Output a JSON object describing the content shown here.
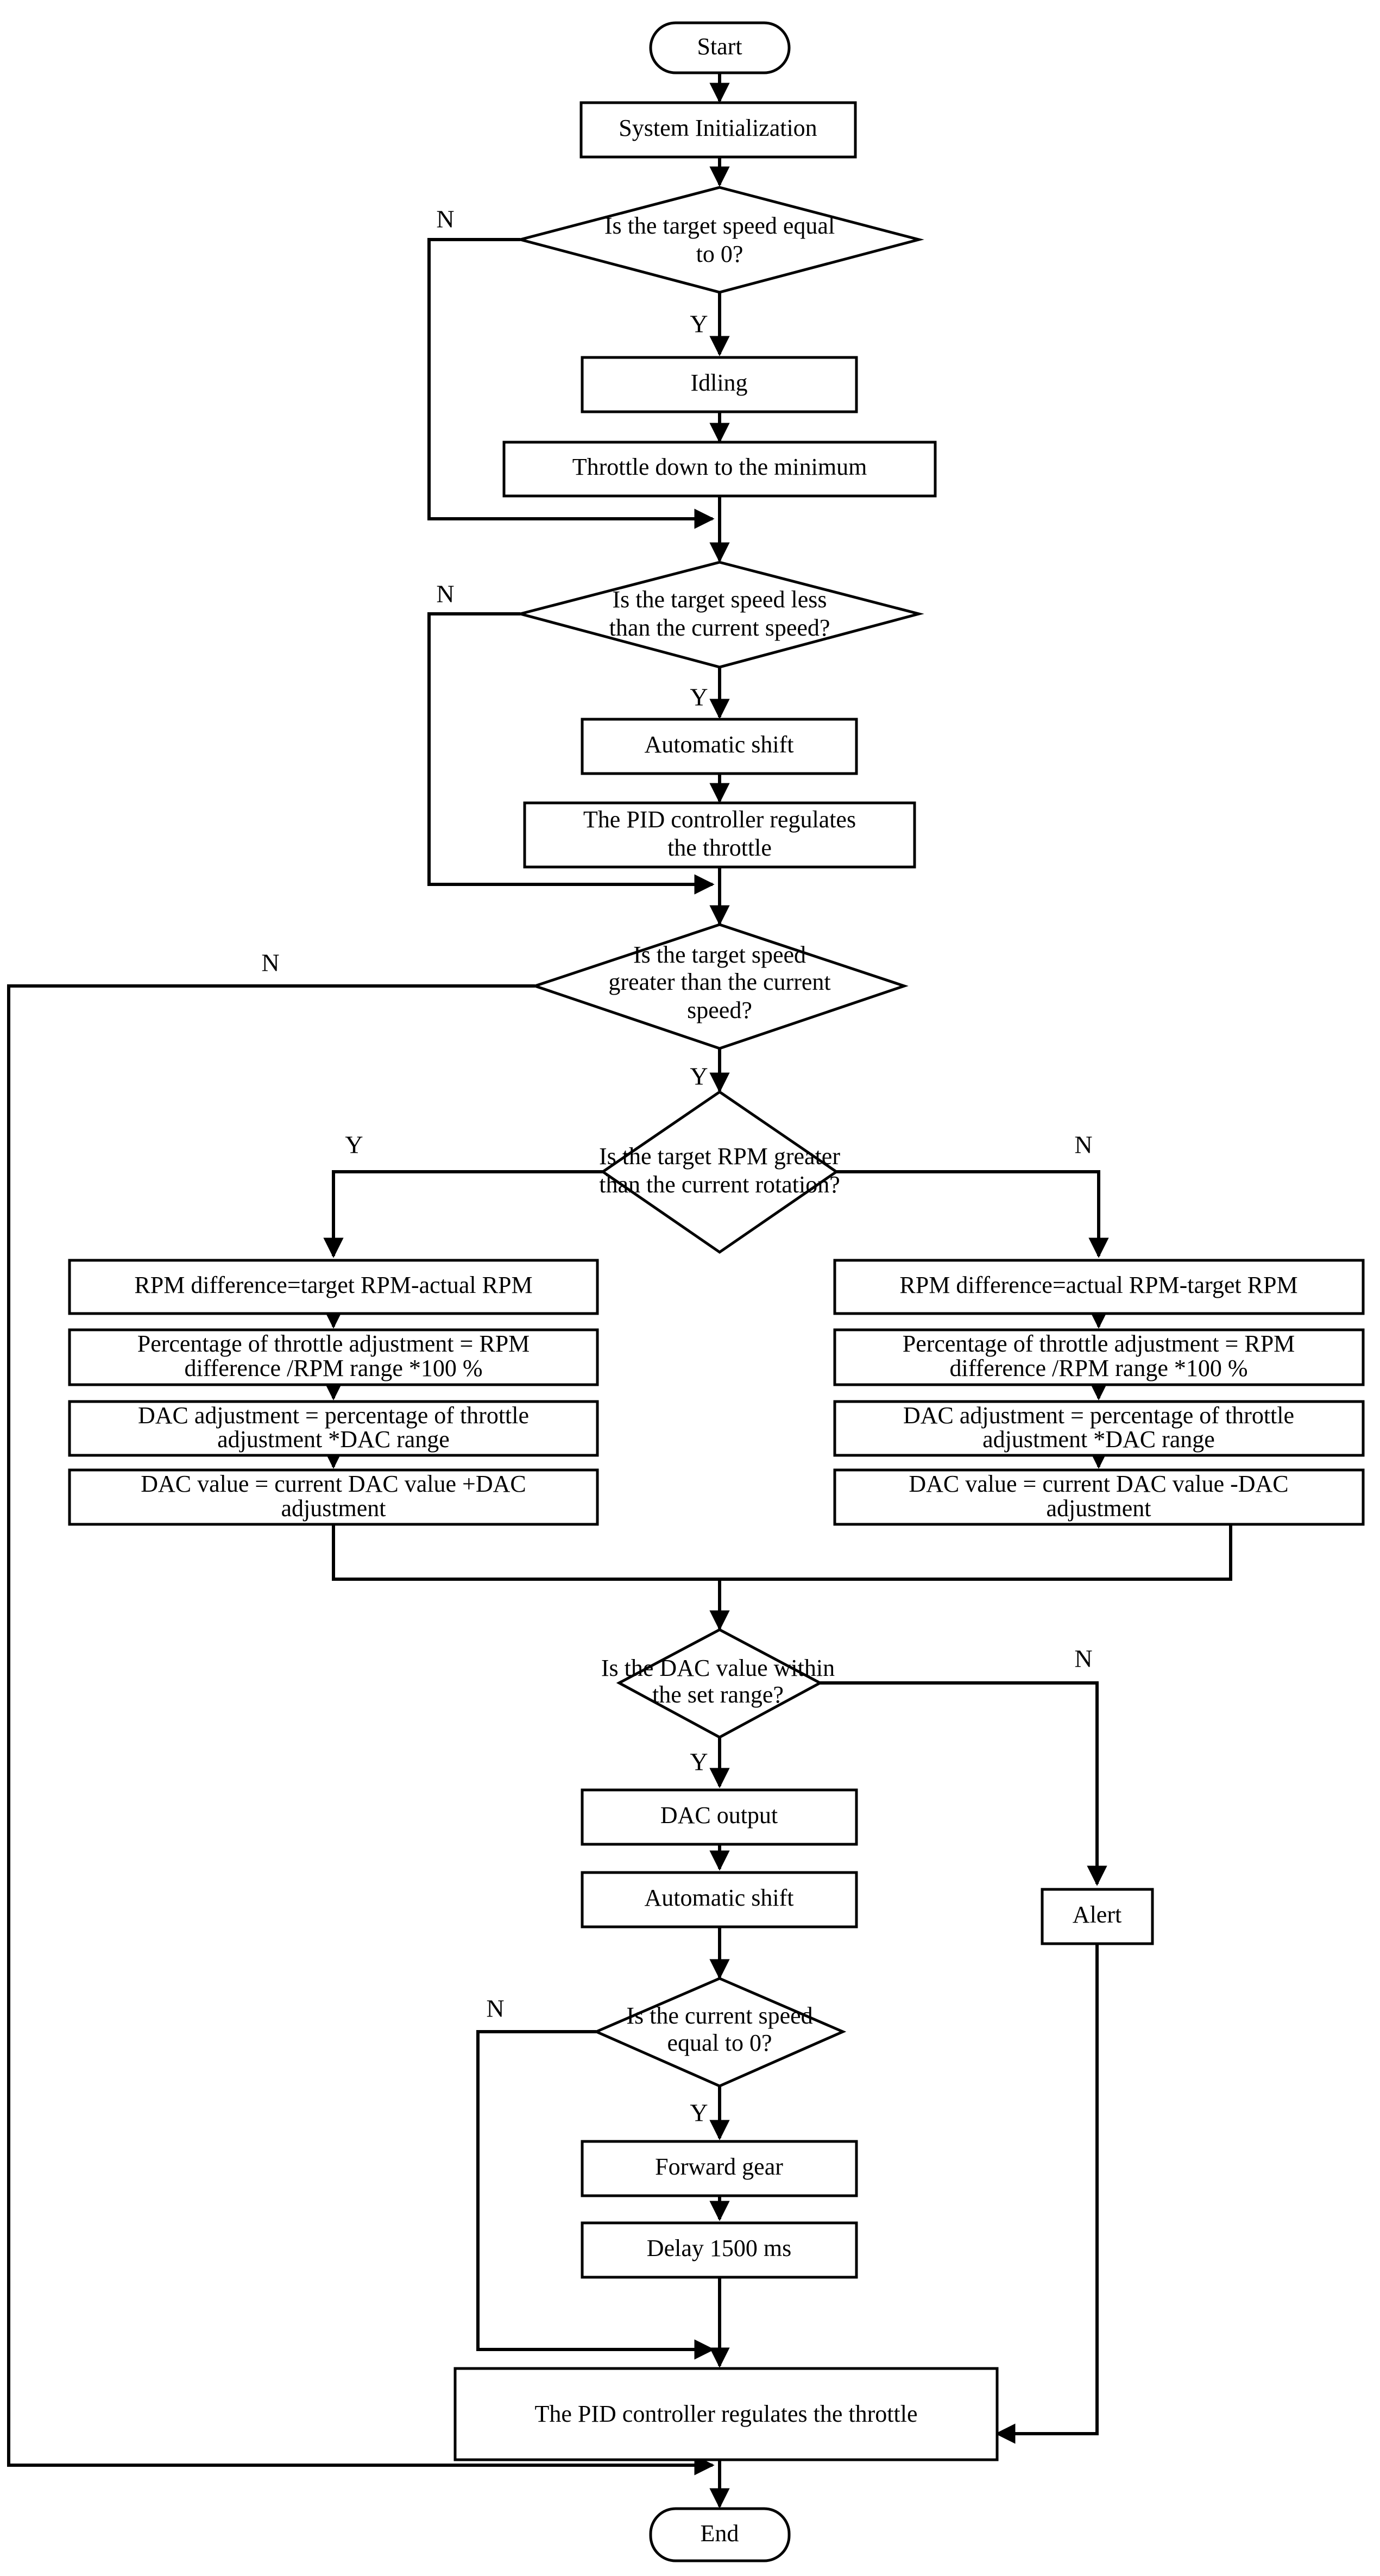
{
  "diagram": {
    "title": "Engine speed control flowchart",
    "colors": {
      "stroke": "#000000",
      "fill": "#ffffff",
      "text": "#000000"
    },
    "branch_labels": {
      "yes": "Y",
      "no": "N"
    },
    "nodes": {
      "start": {
        "label": "Start",
        "shape": "terminator"
      },
      "system_init": {
        "label": "System Initialization",
        "shape": "process"
      },
      "d_target_zero": {
        "label_line1": "Is the target speed equal",
        "label_line2": "to 0?",
        "shape": "decision"
      },
      "idling": {
        "label": "Idling",
        "shape": "process"
      },
      "throttle_min": {
        "label": "Throttle down to the minimum",
        "shape": "process"
      },
      "d_target_less": {
        "label_line1": "Is the target speed less",
        "label_line2": "than the current speed?",
        "shape": "decision"
      },
      "auto_shift_1": {
        "label": "Automatic shift",
        "shape": "process"
      },
      "pid_1": {
        "label_line1": "The PID controller regulates",
        "label_line2": "the throttle",
        "shape": "process"
      },
      "d_target_greater": {
        "label_line1": "Is the target speed",
        "label_line2": "greater than the current",
        "label_line3": "speed?",
        "shape": "decision"
      },
      "d_rpm_greater": {
        "label_line1": "Is the target RPM greater",
        "label_line2": "than the current rotation?",
        "shape": "decision"
      },
      "left_rpm_diff": {
        "label": "RPM difference=target RPM-actual RPM",
        "shape": "process"
      },
      "left_pct": {
        "label_line1": "Percentage of throttle adjustment = RPM",
        "label_line2": "difference /RPM range *100 %",
        "shape": "process"
      },
      "left_dac_adj": {
        "label_line1": "DAC adjustment = percentage of throttle",
        "label_line2": "adjustment *DAC range",
        "shape": "process"
      },
      "left_dac_val": {
        "label_line1": "DAC value = current DAC value +DAC",
        "label_line2": "adjustment",
        "shape": "process"
      },
      "right_rpm_diff": {
        "label": "RPM difference=actual RPM-target RPM",
        "shape": "process"
      },
      "right_pct": {
        "label_line1": "Percentage of throttle adjustment = RPM",
        "label_line2": "difference /RPM range *100 %",
        "shape": "process"
      },
      "right_dac_adj": {
        "label_line1": "DAC adjustment = percentage of throttle",
        "label_line2": "adjustment *DAC range",
        "shape": "process"
      },
      "right_dac_val": {
        "label_line1": "DAC value = current DAC value -DAC",
        "label_line2": "adjustment",
        "shape": "process"
      },
      "d_dac_range": {
        "label_line1": "Is the DAC value within",
        "label_line2": "the set range?",
        "shape": "decision"
      },
      "dac_output": {
        "label": "DAC output",
        "shape": "process"
      },
      "alert": {
        "label": "Alert",
        "shape": "process"
      },
      "auto_shift_2": {
        "label": "Automatic shift",
        "shape": "process"
      },
      "d_current_zero": {
        "label_line1": "Is the current speed",
        "label_line2": "equal to 0?",
        "shape": "decision"
      },
      "forward_gear": {
        "label": "Forward gear",
        "shape": "process"
      },
      "delay": {
        "label": "Delay 1500 ms",
        "shape": "process"
      },
      "pid_2": {
        "label": "The PID controller regulates the throttle",
        "shape": "process"
      },
      "end": {
        "label": "End",
        "shape": "terminator"
      }
    },
    "edge_labels": {
      "target_zero_no": "N",
      "target_zero_yes": "Y",
      "target_less_no": "N",
      "target_less_yes": "Y",
      "target_greater_no": "N",
      "target_greater_yes": "Y",
      "rpm_greater_yes": "Y",
      "rpm_greater_no": "N",
      "dac_range_yes": "Y",
      "dac_range_no": "N",
      "current_zero_no": "N",
      "current_zero_yes": "Y"
    }
  }
}
